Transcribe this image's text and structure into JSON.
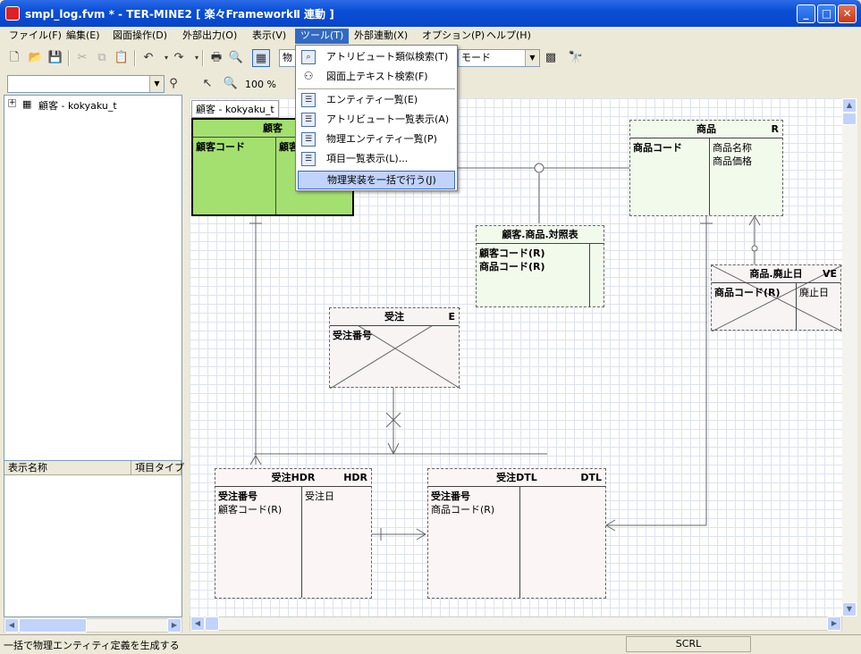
{
  "window": {
    "title": "smpl_log.fvm * - TER-MINE2 [ 楽々FrameworkⅡ 連動 ]"
  },
  "menubar": [
    "ファイル(F)",
    "編集(E)",
    "図面操作(D)",
    "外部出力(O)",
    "表示(V)",
    "ツール(T)",
    "外部連動(X)",
    "オプション(P)",
    "ヘルプ(H)"
  ],
  "toolbar": {
    "mode_combo": "モード",
    "zoom": "100 %",
    "left_combo": "",
    "entity_search_prefix": "物"
  },
  "tree": {
    "root": "顧客 - kokyaku_t",
    "tab": "顧客 - kokyaku_t"
  },
  "props": {
    "col1": "表示名称",
    "col2": "項目タイプ"
  },
  "tools_menu": {
    "items": [
      {
        "label": "アトリビュート類似検索(T)",
        "icon": "search-icon"
      },
      {
        "label": "図面上テキスト検索(F)",
        "icon": "binoculars-icon"
      },
      {
        "label": "エンティティ一覧(E)",
        "icon": "list-icon"
      },
      {
        "label": "アトリビュート一覧表示(A)",
        "icon": "list-icon"
      },
      {
        "label": "物理エンティティ一覧(P)",
        "icon": "list-icon"
      },
      {
        "label": "項目一覧表示(L)...",
        "icon": "list-icon"
      },
      {
        "label": "物理実装を一括で行う(J)",
        "icon": ""
      }
    ]
  },
  "entities": {
    "kokyaku": {
      "name": "顧客",
      "key": "顧客コード",
      "attr": "顧客"
    },
    "shohin": {
      "name": "商品",
      "tag": "R",
      "key": "商品コード",
      "attrs": [
        "商品名称",
        "商品価格"
      ]
    },
    "taisho": {
      "name": "顧客.商品.対照表",
      "keys": [
        "顧客コード(R)",
        "商品コード(R)"
      ]
    },
    "haishi": {
      "name": "商品.廃止日",
      "tag": "VE",
      "key": "商品コード(R)",
      "attr": "廃止日"
    },
    "juchu": {
      "name": "受注",
      "tag": "E",
      "key": "受注番号"
    },
    "hdr": {
      "name": "受注HDR",
      "tag": "HDR",
      "keys": [
        "受注番号",
        "顧客コード(R)"
      ],
      "attr": "受注日"
    },
    "dtl": {
      "name": "受注DTL",
      "tag": "DTL",
      "keys": [
        "受注番号",
        "商品コード(R)"
      ]
    }
  },
  "status": {
    "message": "一括で物理エンティティ定義を生成する",
    "scrl": "SCRL"
  },
  "colors": {
    "selected_entity": "#A4E070",
    "menu_highlight": "#C1D3FB",
    "titlebar": "#0A4FD6"
  }
}
